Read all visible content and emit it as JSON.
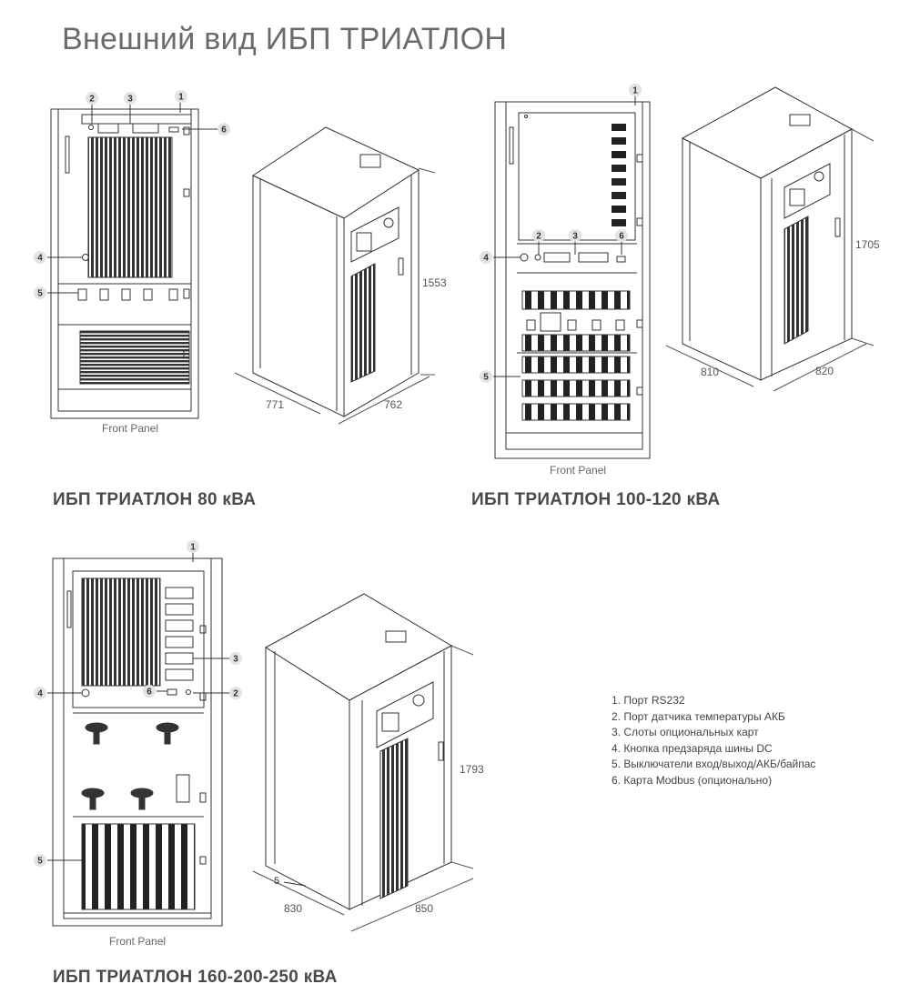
{
  "page_title": "Внешний вид ИБП ТРИАТЛОН",
  "front_panel_label": "Front Panel",
  "models": [
    {
      "name": "ИБП ТРИАТЛОН 80 кВА",
      "height": "1553",
      "depth": "771",
      "width": "762"
    },
    {
      "name": "ИБП ТРИАТЛОН 100-120 кВА",
      "height": "1705",
      "depth": "810",
      "width": "820"
    },
    {
      "name": "ИБП ТРИАТЛОН 160-200-250 кВА",
      "height": "1793",
      "depth": "830",
      "width": "850"
    }
  ],
  "callouts": [
    "1",
    "2",
    "3",
    "4",
    "5",
    "6"
  ],
  "legend": [
    "1.  Порт RS232",
    "2.  Порт датчика температуры АКБ",
    "3.  Слоты опциональных карт",
    "4.  Кнопка предзаряда шины DC",
    "5.  Выключатели вход/выход/АКБ/байпас",
    "6.  Карта Modbus (опционально)"
  ]
}
